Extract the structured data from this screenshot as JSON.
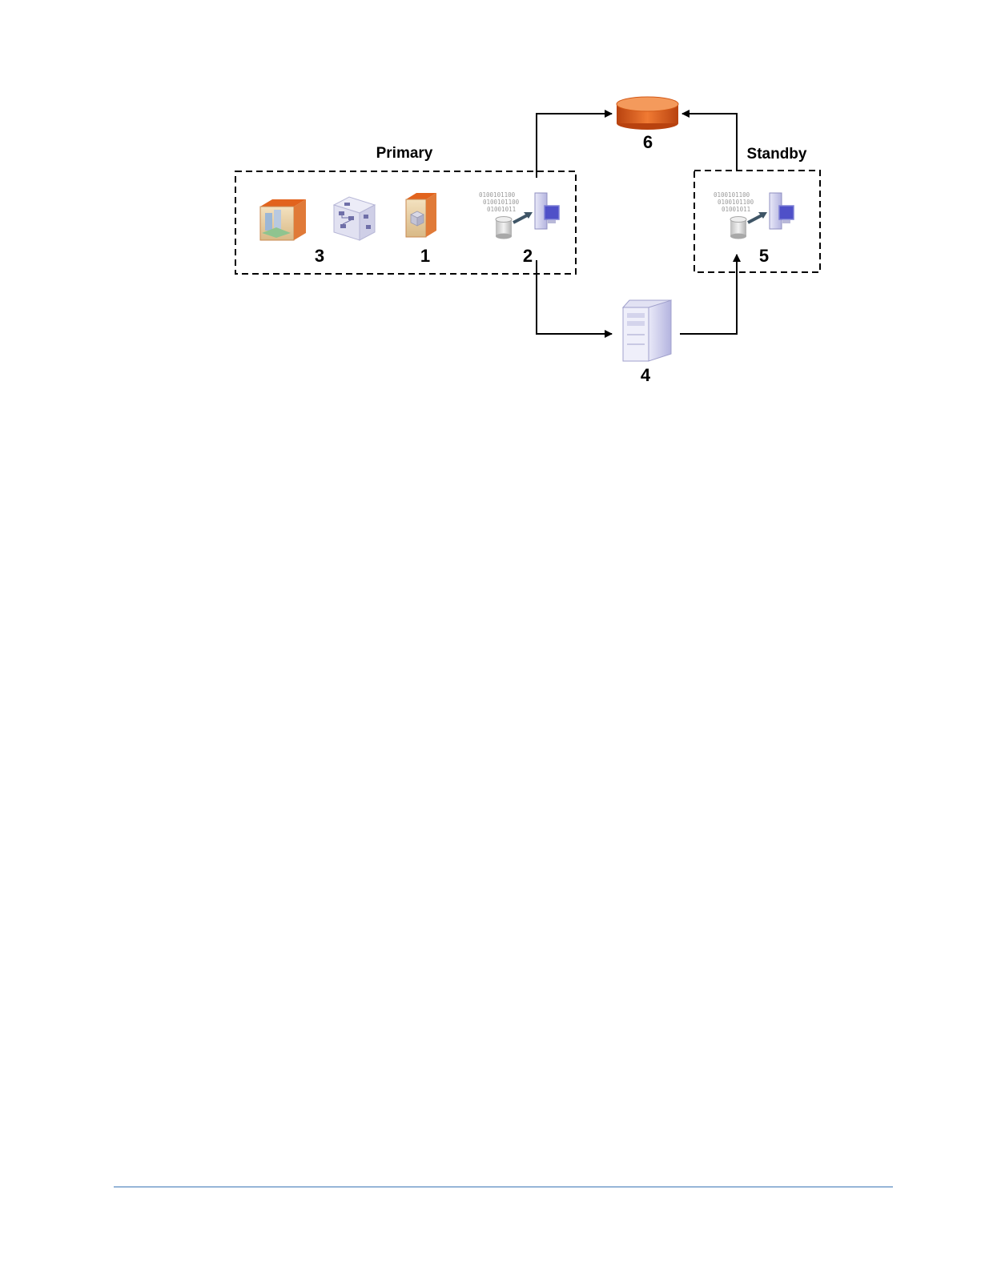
{
  "groups": {
    "primary_label": "Primary",
    "standby_label": "Standby"
  },
  "nodes": {
    "n1": "1",
    "n2": "2",
    "n3": "3",
    "n4": "4",
    "n5": "5",
    "n6": "6"
  },
  "icons": {
    "n1": "orange-component-box-icon",
    "n2": "database-to-server-transfer-icon",
    "n3": "orange-application-box-icon",
    "n4": "server-tower-icon",
    "n5": "database-to-server-transfer-icon",
    "n6": "orange-database-cylinder-icon",
    "cube": "workflow-cube-icon"
  },
  "binary_text": {
    "row1": "0100101100",
    "row2": "0100101100",
    "row3": "01001011"
  },
  "colors": {
    "orange_accent": "#e2631d",
    "server_lavender": "#c9c9ea",
    "footer_rule": "#3a75b5"
  }
}
